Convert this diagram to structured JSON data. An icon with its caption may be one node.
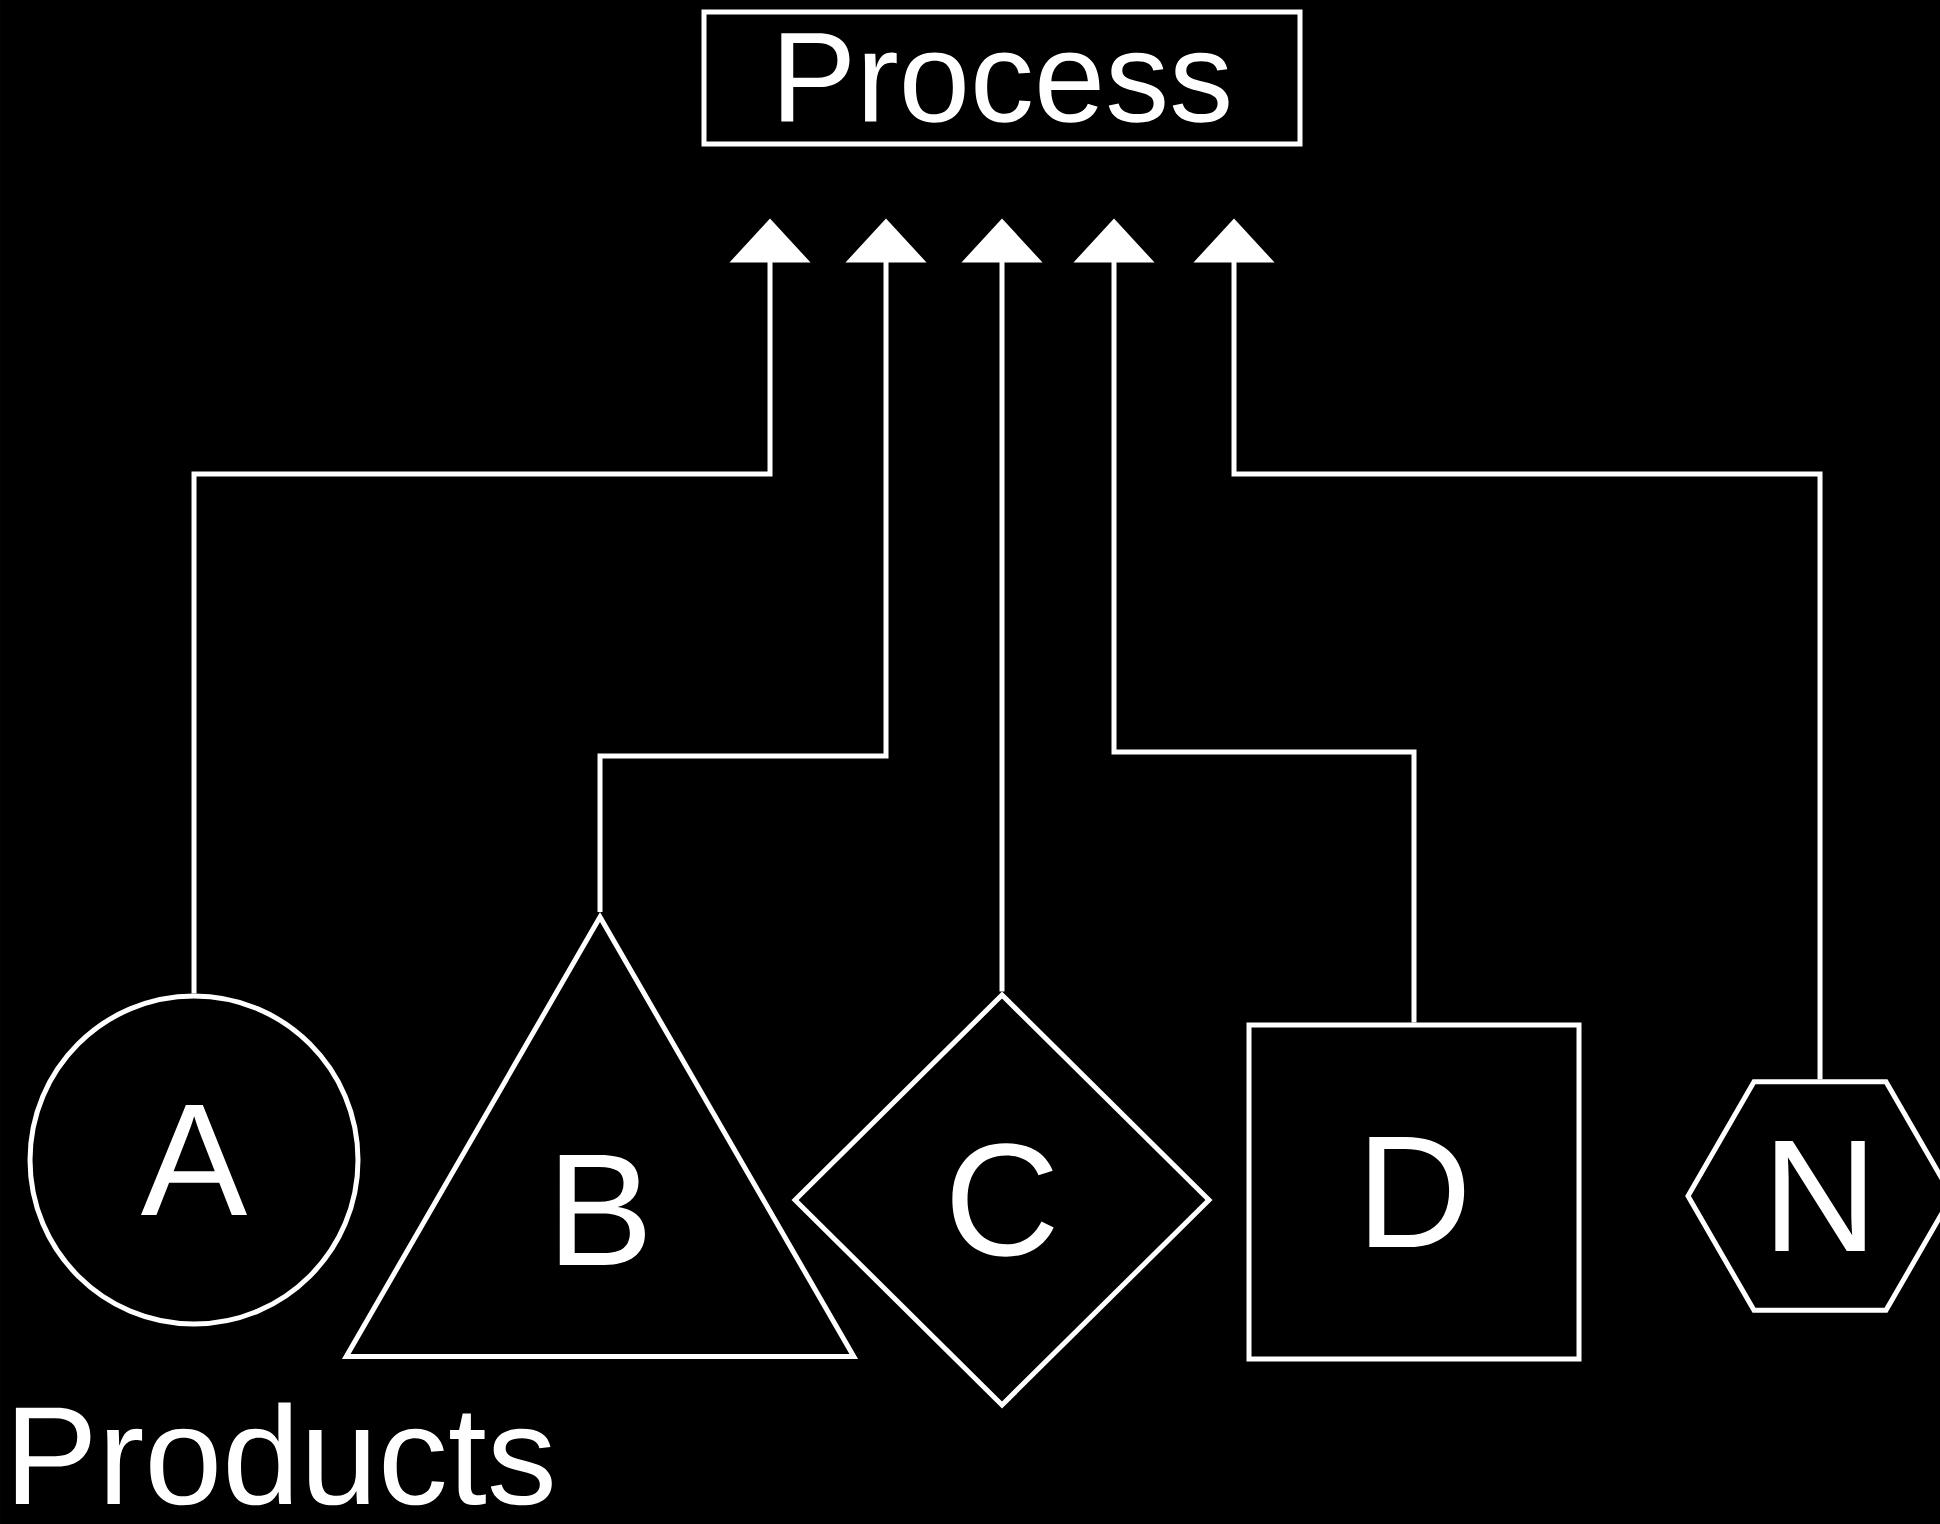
{
  "diagram": {
    "nodes": [
      {
        "text": [
          "Process"
        ]
      },
      {
        "text": [
          "A"
        ]
      },
      {
        "text": [
          "B"
        ]
      },
      {
        "text": [
          "C"
        ]
      },
      {
        "text": [
          "D"
        ]
      },
      {
        "text": [
          "N"
        ]
      }
    ],
    "edges": [
      {
        "from": 1,
        "to": 0,
        "arrow": "to"
      },
      {
        "from": 2,
        "to": 0,
        "arrow": "to"
      },
      {
        "from": 3,
        "to": 0,
        "arrow": "to"
      },
      {
        "from": 4,
        "to": 0,
        "arrow": "to"
      },
      {
        "from": 5,
        "to": 0,
        "arrow": "to"
      }
    ],
    "labels": [
      "Products"
    ]
  }
}
